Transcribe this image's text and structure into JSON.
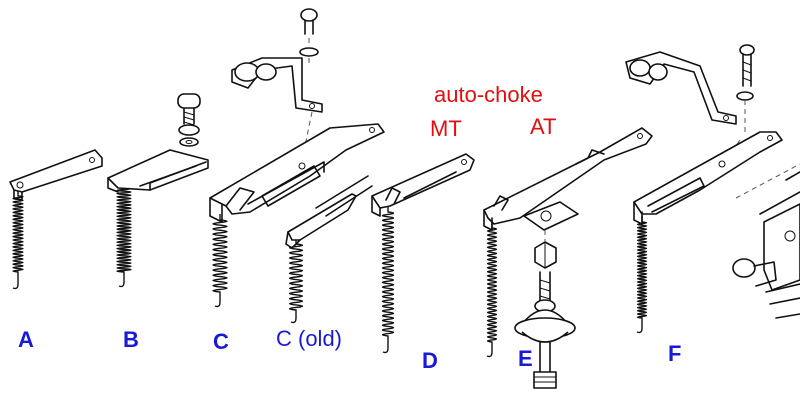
{
  "labels": {
    "a": "A",
    "b": "B",
    "c": "C",
    "c_old": "C (old)",
    "d": "D",
    "e": "E",
    "f": "F",
    "auto_choke": "auto-choke",
    "mt": "MT",
    "at": "AT"
  },
  "colors": {
    "label_blue": "#1a1ad6",
    "label_red": "#e01010",
    "line_art": "#111111"
  },
  "icons": [
    "bracket",
    "spring",
    "screw",
    "washer",
    "nut",
    "diaphragm-actuator",
    "carburetor"
  ]
}
